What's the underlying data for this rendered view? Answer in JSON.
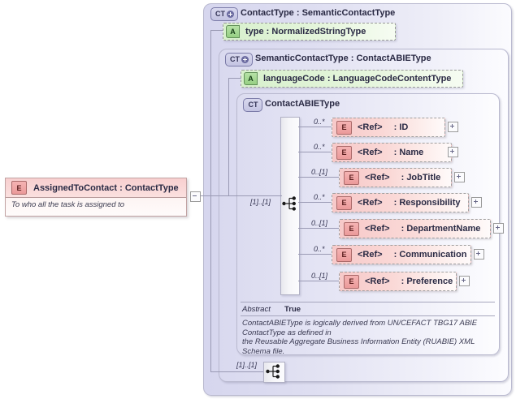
{
  "diagram": {
    "kind": "xsd-schema-element-diagram",
    "root_element": {
      "icon": "element-icon",
      "icon_label": "E",
      "title": "AssignedToContact : ContactType",
      "documentation": "To who all the task is assigned to",
      "toggle": "minus-box-icon"
    },
    "containers": [
      {
        "icon": "complextype-expandable-icon",
        "icon_label": "CT",
        "title": "ContactType : SemanticContactType"
      },
      {
        "icon": "complextype-expandable-icon",
        "icon_label": "CT",
        "title": "SemanticContactType : ContactABIEType"
      },
      {
        "icon": "complextype-icon",
        "icon_label": "CT",
        "title": "ContactABIEType"
      }
    ],
    "attributes": [
      {
        "icon": "attribute-icon",
        "icon_label": "A",
        "name": "type",
        "separator": ":",
        "type": "NormalizedStringType",
        "display": "type         : NormalizedStringType"
      },
      {
        "icon": "attribute-icon",
        "icon_label": "A",
        "name": "languageCode",
        "separator": ":",
        "type": "LanguageCodeContentType",
        "display": "languageCode : LanguageCodeContentType"
      }
    ],
    "sequence_occurrence_inner": "[1]..[1]",
    "sequence_occurrence_outer": "[1]..[1]",
    "elements": [
      {
        "icon_label": "E",
        "ref": "<Ref>",
        "separator": ":",
        "name": "ID",
        "occurrence": "0..*",
        "expander": "plus-box-icon"
      },
      {
        "icon_label": "E",
        "ref": "<Ref>",
        "separator": ":",
        "name": "Name",
        "occurrence": "0..*",
        "expander": "plus-box-icon"
      },
      {
        "icon_label": "E",
        "ref": "<Ref>",
        "separator": ":",
        "name": "JobTitle",
        "occurrence": "0..[1]",
        "expander": "plus-box-icon"
      },
      {
        "icon_label": "E",
        "ref": "<Ref>",
        "separator": ":",
        "name": "Responsibility",
        "occurrence": "0..*",
        "expander": "plus-box-icon"
      },
      {
        "icon_label": "E",
        "ref": "<Ref>",
        "separator": ":",
        "name": "DepartmentName",
        "occurrence": "0..[1]",
        "expander": "plus-box-icon"
      },
      {
        "icon_label": "E",
        "ref": "<Ref>",
        "separator": ":",
        "name": "Communication",
        "occurrence": "0..*",
        "expander": "plus-box-icon"
      },
      {
        "icon_label": "E",
        "ref": "<Ref>",
        "separator": ":",
        "name": "Preference",
        "occurrence": "0..[1]",
        "expander": "plus-box-icon"
      }
    ],
    "annotation": {
      "abstract_label": "Abstract",
      "abstract_value": "True",
      "documentation": "ContactABIEType is logically derived from UN/CEFACT TBG17 ABIE ContactType as defined in\nthe Reusable Aggregate Business Information Entity (RUABIE) XML Schema file."
    },
    "colors": {
      "element_pink": "#f7c9c9",
      "attribute_green": "#d8f0cd",
      "container_lavender": "#d6d6ee",
      "line": "#9a9ab4",
      "text": "#2a2a44"
    }
  }
}
